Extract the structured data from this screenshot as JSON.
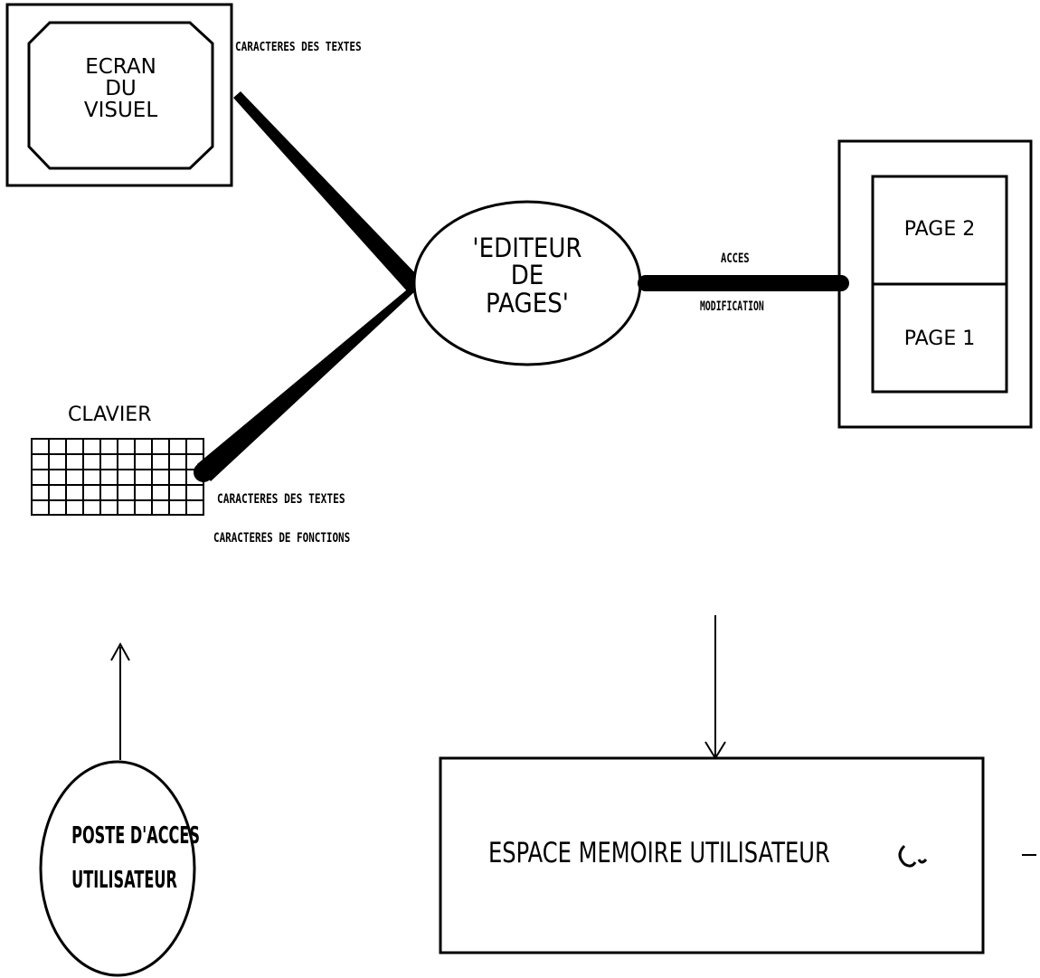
{
  "screen": {
    "lines": [
      "ECRAN",
      "DU",
      "VISUEL"
    ]
  },
  "screen_link_label": "CARACTERES DES TEXTES",
  "editor": {
    "lines": [
      "'EDITEUR",
      "DE",
      "PAGES'"
    ]
  },
  "pages": {
    "top": "PAGE 2",
    "bottom": "PAGE 1"
  },
  "page_link": {
    "line1": "ACCES",
    "line2": "MODIFICATION"
  },
  "keyboard": {
    "title": "CLAVIER",
    "link_line1": "CARACTERES DES TEXTES",
    "link_line2": "CARACTERES DE FONCTIONS"
  },
  "user_post": {
    "lines": [
      "POSTE D'ACCES",
      "UTILISATEUR"
    ]
  },
  "memory": {
    "label": "ESPACE MEMOIRE UTILISATEUR"
  }
}
